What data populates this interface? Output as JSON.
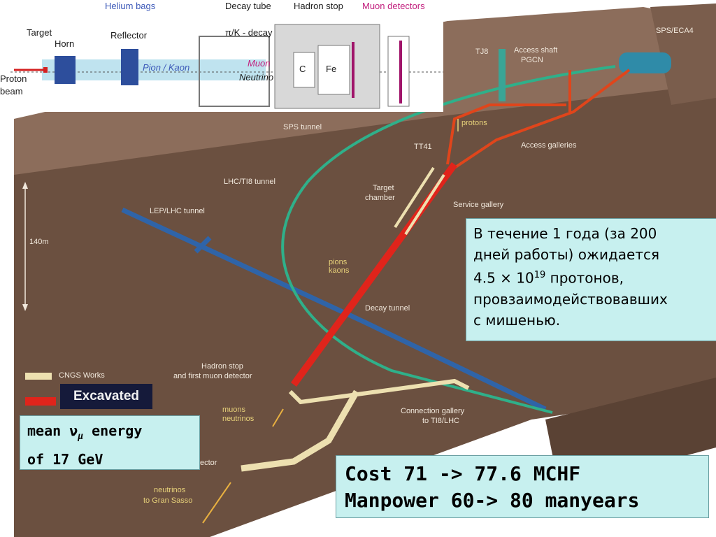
{
  "inset": {
    "helium_bags": "Helium bags",
    "decay_tube": "Decay tube",
    "hadron_stop": "Hadron stop",
    "muon_detectors": "Muon detectors",
    "target": "Target",
    "horn": "Horn",
    "reflector": "Reflector",
    "pik_decay": "π/K - decay",
    "proton_line1": "Proton",
    "proton_line2": "beam",
    "pion_kaon": "Pion / Kaon",
    "muon": "Muon",
    "neutrino": "Neutrino",
    "c": "C",
    "fe": "Fe"
  },
  "diagram": {
    "sps_eca4": "SPS/ECA4",
    "tj8": "TJ8",
    "access_shaft_1": "Access shaft",
    "access_shaft_2": "PGCN",
    "sps_tunnel": "SPS tunnel",
    "protons": "protons",
    "tt41": "TT41",
    "access_galleries": "Access galleries",
    "lhc_ti8": "LHC/TI8 tunnel",
    "lep_lhc": "LEP/LHC tunnel",
    "target_chamber_1": "Target",
    "target_chamber_2": "chamber",
    "service_gallery": "Service gallery",
    "depth": "140m",
    "pions_1": "pions",
    "pions_2": "kaons",
    "decay_tunnel": "Decay tunnel",
    "hadron_stop_1": "Hadron stop",
    "hadron_stop_2": "and first muon detector",
    "muons_1": "muons",
    "muons_2": "neutrinos",
    "connection_1": "Connection gallery",
    "connection_2": "to TI8/LHC",
    "detector_partial": "ector",
    "nu_1": "neutrinos",
    "nu_2": "to Gran Sasso"
  },
  "legend": {
    "cngs_works": "CNGS Works",
    "excavated": "Excavated"
  },
  "callouts": {
    "ru_line1": "В течение 1 года  (за 200",
    "ru_line2": "дней работы) ожидается",
    "ru_line3_pre": "4.5 × 10",
    "ru_line3_sup": "19",
    "ru_line3_post": " протонов,",
    "ru_line4": "провзаимодействовавших",
    "ru_line5": "с мишенью.",
    "mu_line1_pre": "mean ν",
    "mu_line1_sub": "μ",
    "mu_line1_post": " energy",
    "mu_line2": "of 17 GeV",
    "cost_line1": "Cost 71 -> 77.6 MCHF",
    "cost_line2": "Manpower 60-> 80 manyears"
  },
  "colors": {
    "ground": "#6b5040",
    "excavated": "#e0241b",
    "cngs_works": "#ede0b0",
    "sps_ring": "#2fb08a",
    "lep_tunnel": "#2f64a8",
    "shaft": "#3aa596",
    "callout_bg": "#c7f0ef"
  }
}
